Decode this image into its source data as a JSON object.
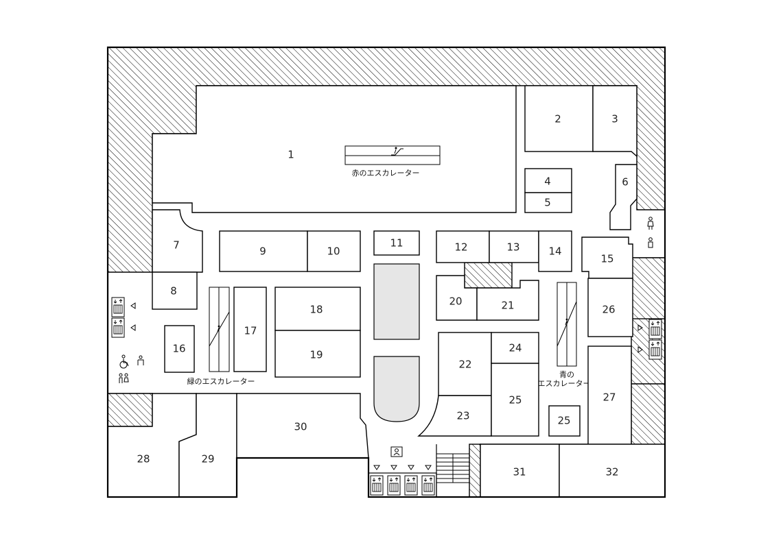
{
  "labels": {
    "red_escalator": "赤のエスカレーター",
    "green_escalator": "緑のエスカレーター",
    "blue_escalator_line1": "青の",
    "blue_escalator_line2": "エスカレーター"
  },
  "rooms": {
    "r1": "1",
    "r2": "2",
    "r3": "3",
    "r4": "4",
    "r5": "5",
    "r6": "6",
    "r7": "7",
    "r8": "8",
    "r9": "9",
    "r10": "10",
    "r11": "11",
    "r12": "12",
    "r13": "13",
    "r14": "14",
    "r15": "15",
    "r16": "16",
    "r17": "17",
    "r18": "18",
    "r19": "19",
    "r20": "20",
    "r21": "21",
    "r22": "22",
    "r23": "23",
    "r24": "24",
    "r25a": "25",
    "r25b": "25",
    "r26": "26",
    "r27": "27",
    "r28": "28",
    "r29": "29",
    "r30": "30",
    "r31": "31",
    "r32": "32"
  },
  "icons": [
    "elevator-icon",
    "escalator-icon",
    "wheelchair-icon",
    "restroom-icon",
    "nursing-room-icon",
    "stairs-icon"
  ]
}
